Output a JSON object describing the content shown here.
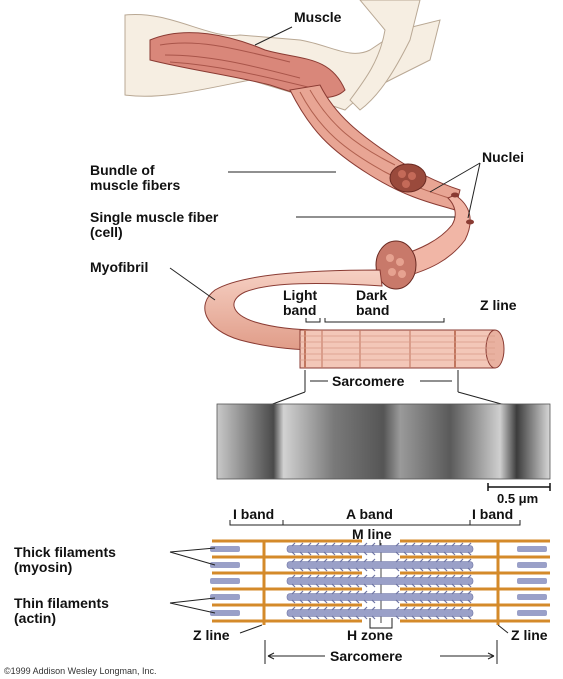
{
  "labels": {
    "muscle": "Muscle",
    "bundle": "Bundle of\nmuscle fibers",
    "nuclei": "Nuclei",
    "single_fiber": "Single muscle fiber\n(cell)",
    "myofibril": "Myofibril",
    "light_band": "Light\nband",
    "dark_band": "Dark\nband",
    "z_line_top": "Z line",
    "sarcomere_top": "Sarcomere",
    "scale_bar": "0.5 μm",
    "i_band_left": "I band",
    "a_band": "A band",
    "i_band_right": "I band",
    "m_line": "M line",
    "thick_filaments": "Thick filaments\n(myosin)",
    "thin_filaments": "Thin filaments\n(actin)",
    "z_line_left": "Z line",
    "h_zone": "H zone",
    "z_line_right": "Z line",
    "sarcomere_bottom": "Sarcomere",
    "copyright": "©1999 Addison Wesley Longman, Inc."
  },
  "colors": {
    "muscle": "#d9877a",
    "muscle_dark": "#8a3b33",
    "fiber": "#f1b6a6",
    "myofibril": "#f3c7b8",
    "band_stripe": "#c1765f",
    "thick": "#9aa0c8",
    "thin": "#d48a2a",
    "zline": "#d48a2a",
    "skin": "#f6eee2",
    "micrograph": "#9a9a9a"
  }
}
